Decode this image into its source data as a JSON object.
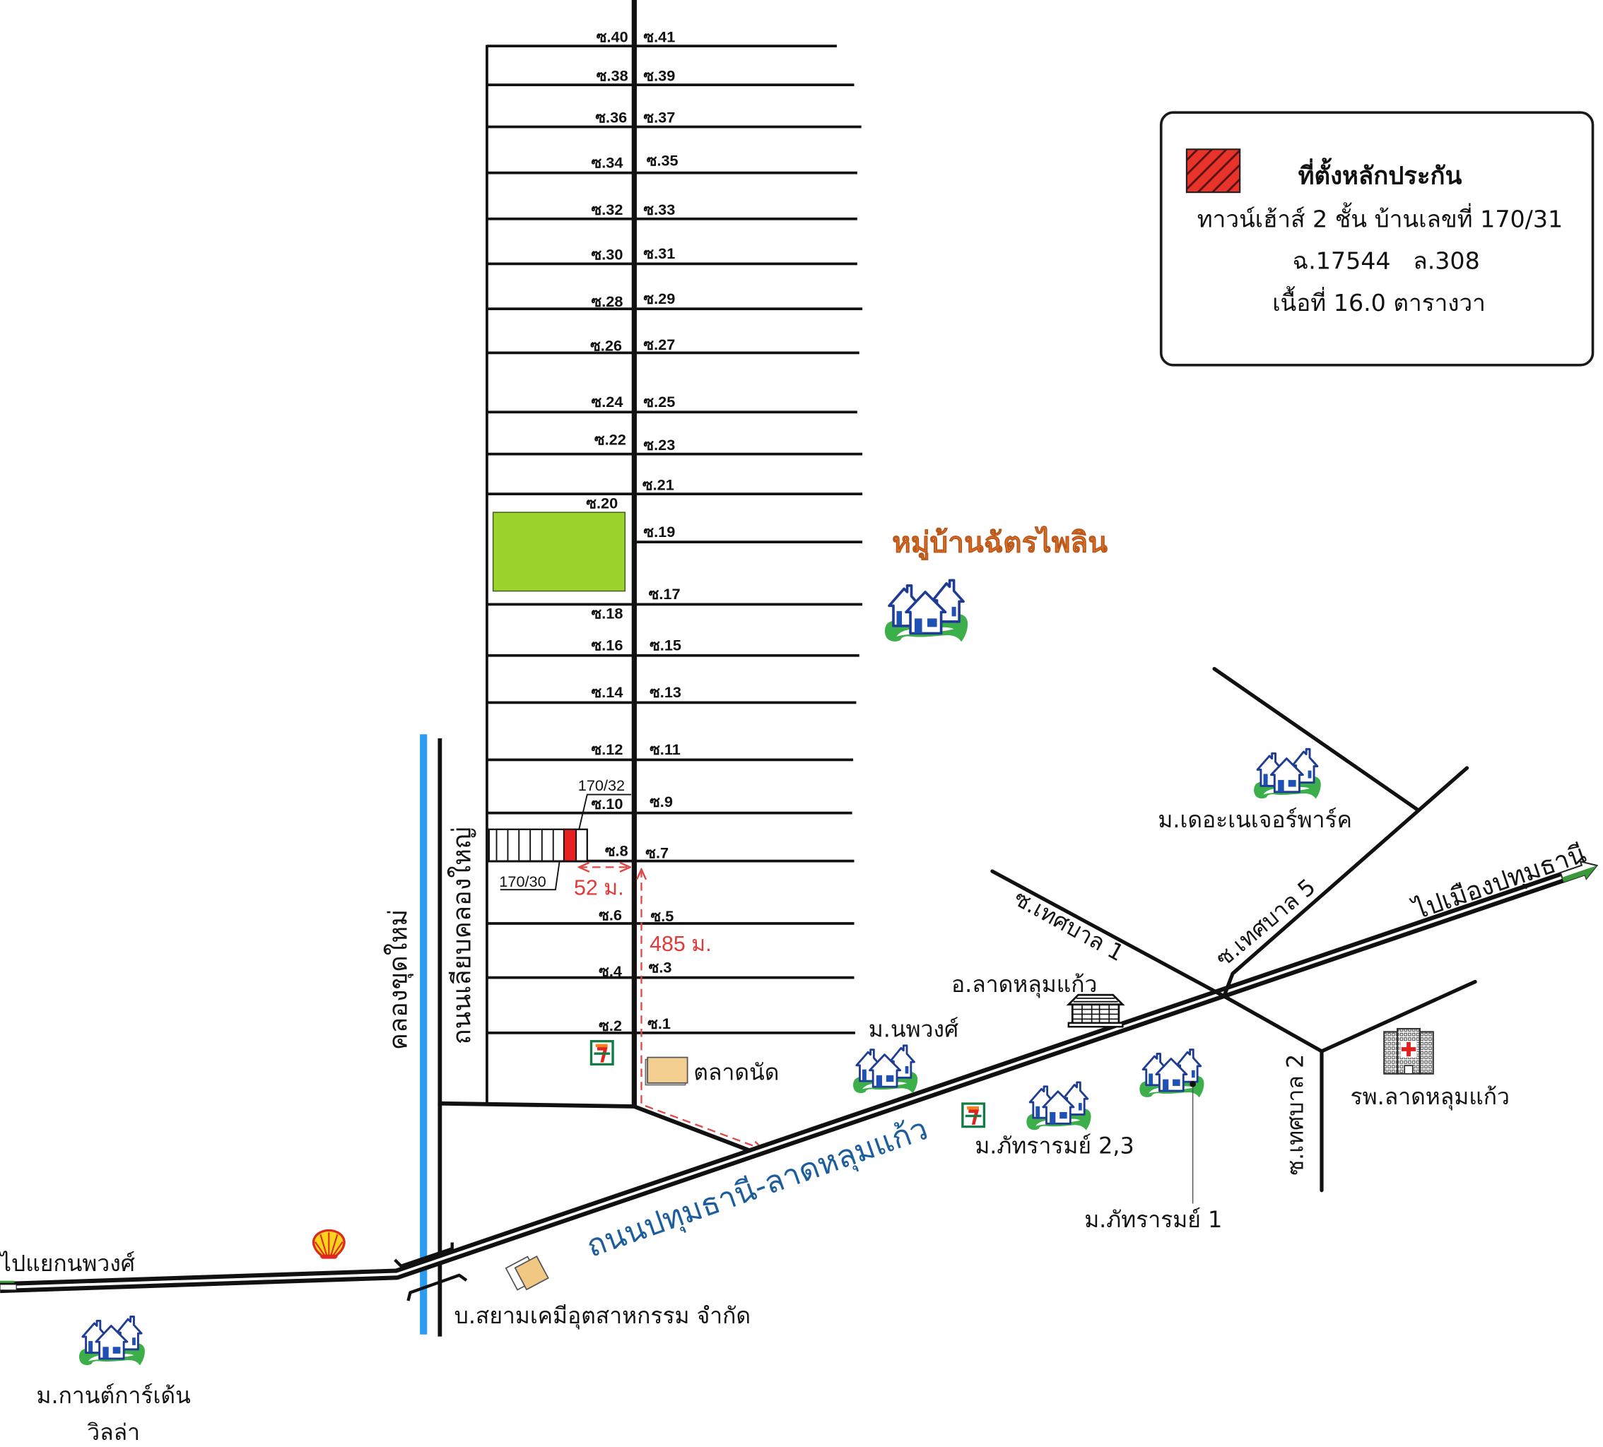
{
  "legend": {
    "title": "ที่ตั้งหลักประกัน",
    "property": "ทาวน์เฮ้าส์ 2 ชั้น บ้านเลขที่ 170/31",
    "deed": "ฉ.17544   ล.308",
    "area": "เนื้อที่ 16.0 ตารางวา",
    "marker_icon": "collateral-location-hatched-square"
  },
  "soi": {
    "left": [
      "ซ.40",
      "ซ.38",
      "ซ.36",
      "ซ.34",
      "ซ.32",
      "ซ.30",
      "ซ.28",
      "ซ.26",
      "ซ.24",
      "ซ.22",
      "ซ.20",
      "ซ.18",
      "ซ.16",
      "ซ.14",
      "ซ.12",
      "ซ.10",
      "ซ.8",
      "ซ.6",
      "ซ.4",
      "ซ.2"
    ],
    "right": [
      "ซ.41",
      "ซ.39",
      "ซ.37",
      "ซ.35",
      "ซ.33",
      "ซ.31",
      "ซ.29",
      "ซ.27",
      "ซ.25",
      "ซ.23",
      "ซ.21",
      "ซ.19",
      "ซ.17",
      "ซ.15",
      "ซ.13",
      "ซ.11",
      "ซ.9",
      "ซ.7",
      "ซ.5",
      "ซ.3",
      "ซ.1"
    ]
  },
  "plots": {
    "upper_label": "170/32",
    "lower_label": "170/30"
  },
  "distances": {
    "horizontal": "52 ม.",
    "vertical": "485 ม."
  },
  "roads": {
    "main": "ถนนปทุมธานี-ลาดหลุมแก้ว",
    "canal_road": "ถนนเลียบคลองใหญ่",
    "canal": "คลองขุดใหม่",
    "to_nopphawong": "ไปแยกนพวงศ์",
    "to_pathum": "ไปเมืองปทุมธานี",
    "thetsaban_1": "ซ.เทศบาล 1",
    "thetsaban_2": "ซ.เทศบาล 2",
    "thetsaban_5": "ซ.เทศบาล 5"
  },
  "landmarks": {
    "chatpailin": "หมู่บ้านฉัตรไพลิน",
    "market": "ตลาดนัด",
    "nopphawong": "ม.นพวงศ์",
    "district_office": "อ.ลาดหลุมแก้ว",
    "phattharom_23": "ม.ภัทรารมย์ 2,3",
    "phattharom_1": "ม.ภัทรารมย์ 1",
    "nature_park": "ม.เดอะเนเจอร์พาร์ค",
    "hospital": "รพ.ลาดหลุมแก้ว",
    "siam_chemical": "บ.สยามเคมีอุตสาหกรรม จำกัด",
    "karnt_garden_line1": "ม.กานต์การ์เด้น",
    "karnt_garden_line2": "วิลล่า"
  },
  "icons": {
    "village": "house-cluster-icon",
    "convenience_store": "seven-eleven-icon",
    "gas_station": "shell-icon",
    "hospital": "hospital-icon",
    "government_office": "district-office-icon",
    "market": "market-box-icon",
    "factory": "factory-icon"
  },
  "colors": {
    "collateral": "#e8332b",
    "canal": "#2b9cf0",
    "main_road_label": "#1c5d9d",
    "village_label": "#e4782c",
    "measure": "#e04848",
    "green_lot": "#9bd22c"
  }
}
